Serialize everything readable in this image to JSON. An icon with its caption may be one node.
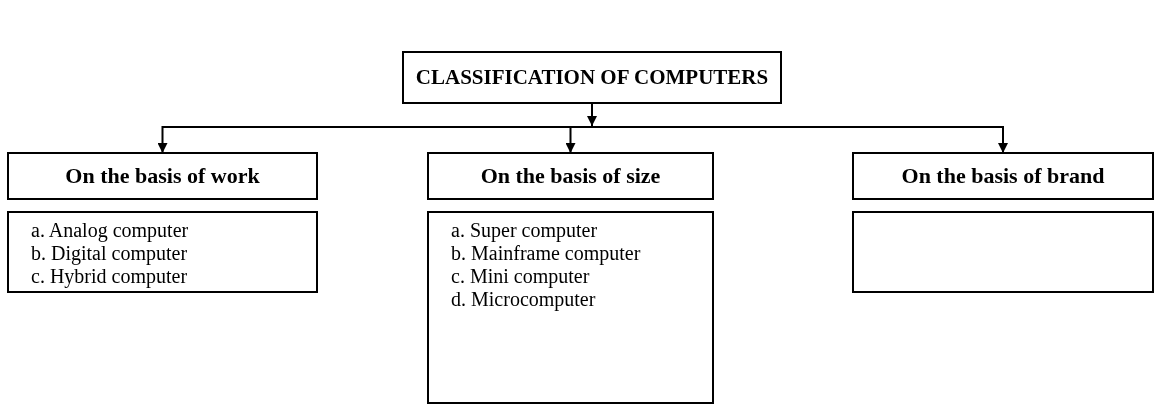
{
  "diagram": {
    "nodes": [
      {
        "text": [
          "CLASSIFICATION OF COMPUTERS"
        ]
      },
      {
        "text": [
          "On the basis of work"
        ]
      },
      {
        "text": [
          "On the basis of size"
        ]
      },
      {
        "text": [
          "On the basis of brand"
        ]
      },
      {
        "text": [
          "a. Analog computer",
          "b. Digital computer",
          "c. Hybrid computer"
        ]
      },
      {
        "text": [
          "a. Super computer",
          "b. Mainframe computer",
          "c. Mini computer",
          "d. Microcomputer"
        ]
      },
      {
        "text": [],
        "shape": "box"
      }
    ],
    "edges": [
      {
        "from": 0,
        "to": 1,
        "arrow": "to"
      },
      {
        "from": 0,
        "to": 2,
        "arrow": "to"
      },
      {
        "from": 0,
        "to": 3,
        "arrow": "to"
      }
    ]
  }
}
